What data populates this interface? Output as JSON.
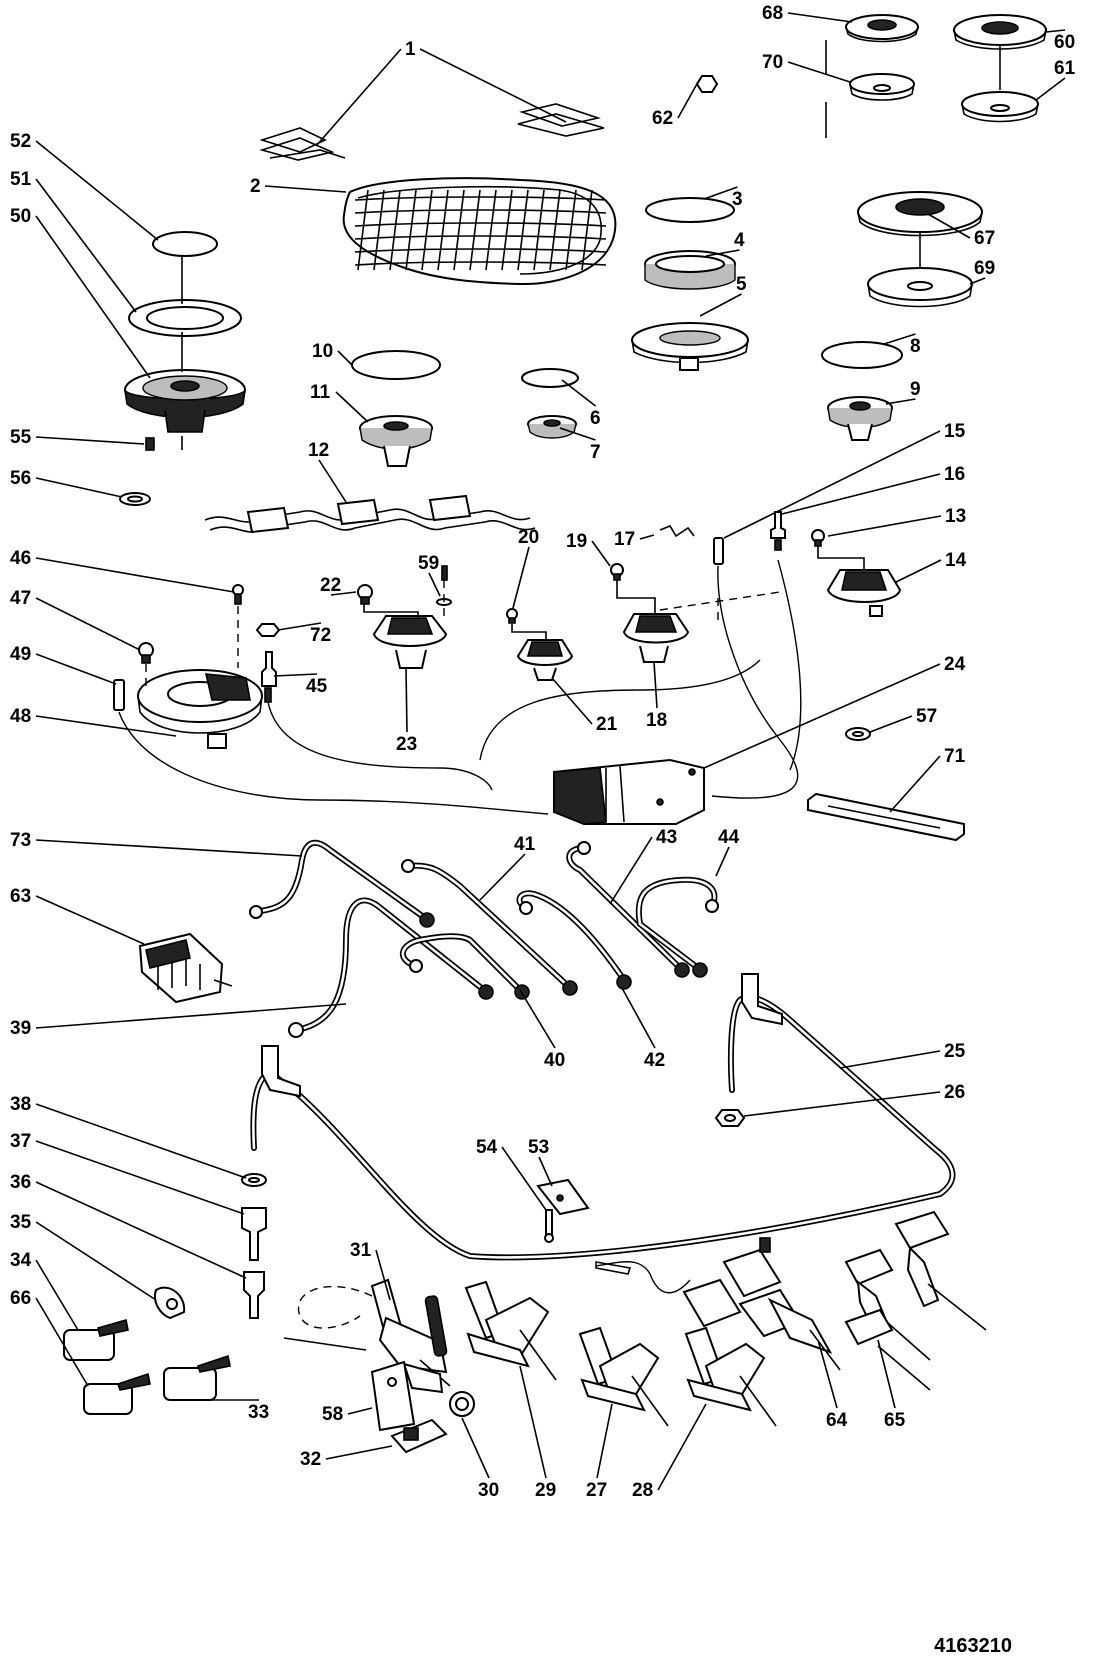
{
  "drawing_number": "4163210",
  "parts": [
    {
      "label": "1"
    },
    {
      "label": "2"
    },
    {
      "label": "3"
    },
    {
      "label": "4"
    },
    {
      "label": "5"
    },
    {
      "label": "6"
    },
    {
      "label": "7"
    },
    {
      "label": "8"
    },
    {
      "label": "9"
    },
    {
      "label": "10"
    },
    {
      "label": "11"
    },
    {
      "label": "12"
    },
    {
      "label": "13"
    },
    {
      "label": "14"
    },
    {
      "label": "15"
    },
    {
      "label": "16"
    },
    {
      "label": "17"
    },
    {
      "label": "18"
    },
    {
      "label": "19"
    },
    {
      "label": "20"
    },
    {
      "label": "21"
    },
    {
      "label": "22"
    },
    {
      "label": "23"
    },
    {
      "label": "24"
    },
    {
      "label": "25"
    },
    {
      "label": "26"
    },
    {
      "label": "27"
    },
    {
      "label": "28"
    },
    {
      "label": "29"
    },
    {
      "label": "30"
    },
    {
      "label": "31"
    },
    {
      "label": "32"
    },
    {
      "label": "33"
    },
    {
      "label": "34"
    },
    {
      "label": "35"
    },
    {
      "label": "36"
    },
    {
      "label": "37"
    },
    {
      "label": "38"
    },
    {
      "label": "39"
    },
    {
      "label": "40"
    },
    {
      "label": "41"
    },
    {
      "label": "42"
    },
    {
      "label": "43"
    },
    {
      "label": "44"
    },
    {
      "label": "45"
    },
    {
      "label": "46"
    },
    {
      "label": "47"
    },
    {
      "label": "48"
    },
    {
      "label": "49"
    },
    {
      "label": "50"
    },
    {
      "label": "51"
    },
    {
      "label": "52"
    },
    {
      "label": "53"
    },
    {
      "label": "54"
    },
    {
      "label": "55"
    },
    {
      "label": "56"
    },
    {
      "label": "57"
    },
    {
      "label": "58"
    },
    {
      "label": "59"
    },
    {
      "label": "60"
    },
    {
      "label": "61"
    },
    {
      "label": "62"
    },
    {
      "label": "63"
    },
    {
      "label": "64"
    },
    {
      "label": "65"
    },
    {
      "label": "66"
    },
    {
      "label": "67"
    },
    {
      "label": "68"
    },
    {
      "label": "69"
    },
    {
      "label": "70"
    },
    {
      "label": "71"
    },
    {
      "label": "72"
    },
    {
      "label": "73"
    }
  ]
}
